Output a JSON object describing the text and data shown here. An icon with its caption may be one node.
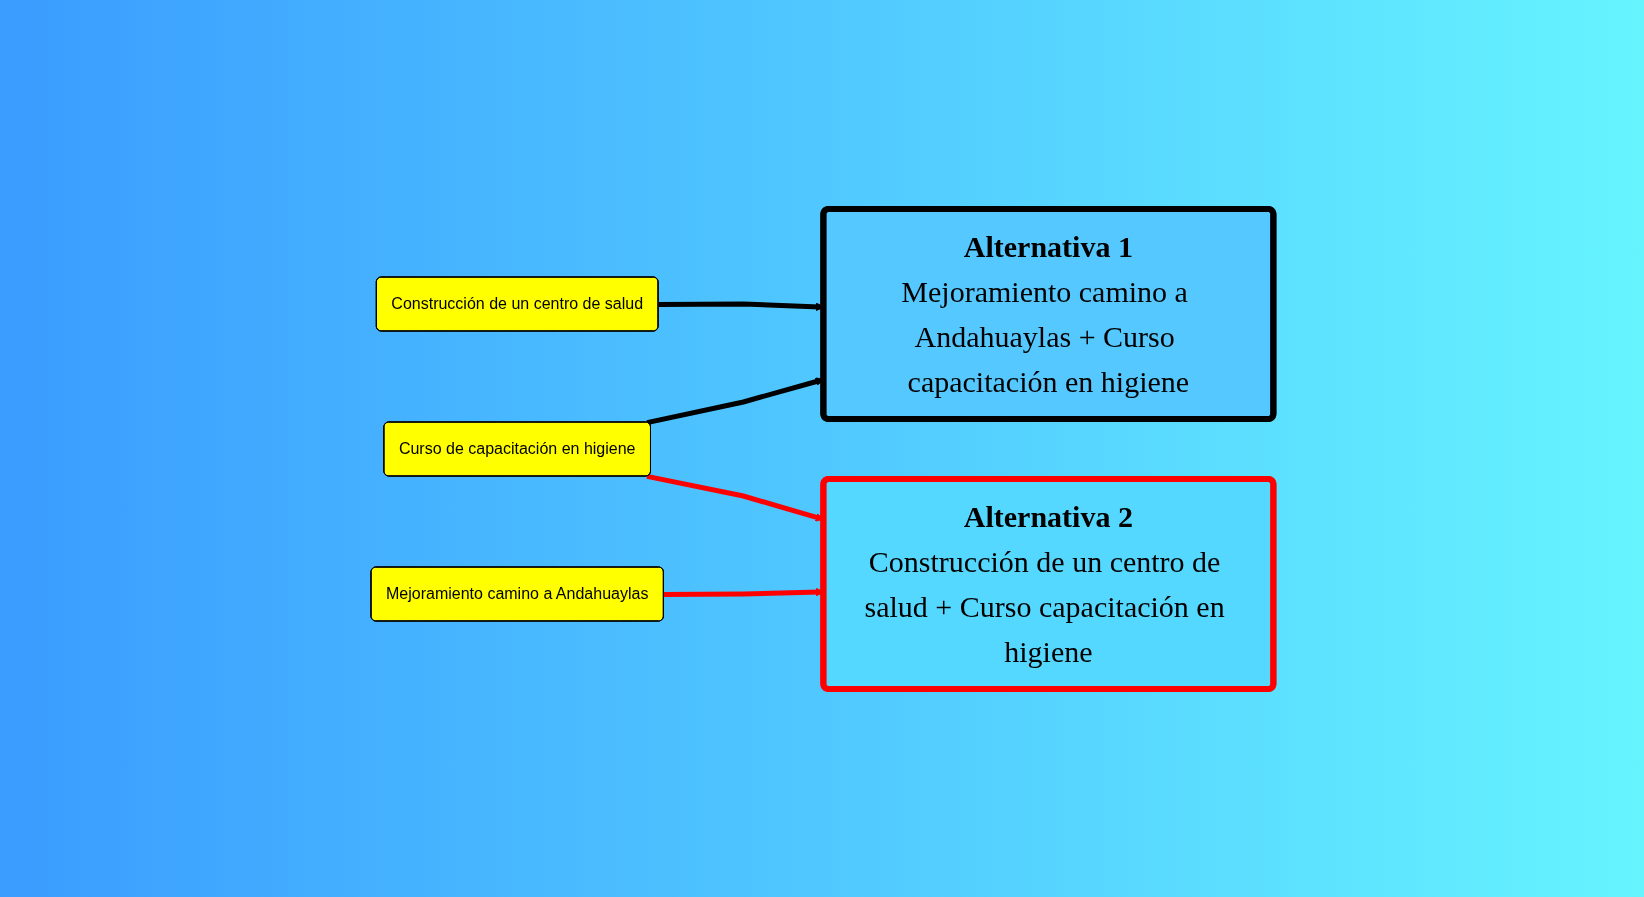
{
  "diagram": {
    "nodes": [
      {
        "text": [
          "Construcción de un centro de salud"
        ]
      },
      {
        "text": [
          "Alternativa 1",
          "Mejoramiento camino a Andahuaylas + Curso capacitación en higiene"
        ]
      },
      {
        "text": [
          "Curso de capacitación en higiene"
        ]
      },
      {
        "text": [
          "Alternativa 2",
          "Construcción de un centro de salud + Curso capacitación en higiene"
        ]
      },
      {
        "text": [
          "Mejoramiento camino a Andahuaylas"
        ]
      }
    ],
    "edges": [
      {
        "from": 0,
        "to": 1,
        "arrow": "to",
        "color": "#000000"
      },
      {
        "from": 2,
        "to": 1,
        "arrow": "to",
        "color": "#000000"
      },
      {
        "from": 2,
        "to": 3,
        "arrow": "to",
        "color": "#ff0000"
      },
      {
        "from": 4,
        "to": 3,
        "arrow": "to",
        "color": "#ff0000"
      }
    ]
  }
}
